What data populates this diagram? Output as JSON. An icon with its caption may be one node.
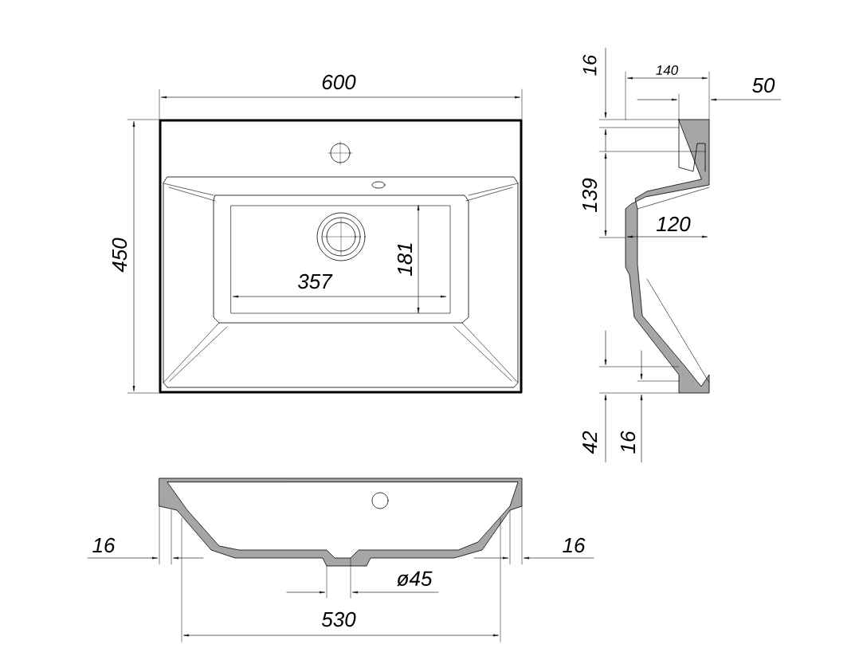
{
  "diagram": {
    "labels": [
      "600",
      "16",
      "140",
      "50",
      "450",
      "139",
      "120",
      "181",
      "357",
      "42",
      "16",
      "16",
      "16",
      "ø45",
      "530"
    ]
  }
}
